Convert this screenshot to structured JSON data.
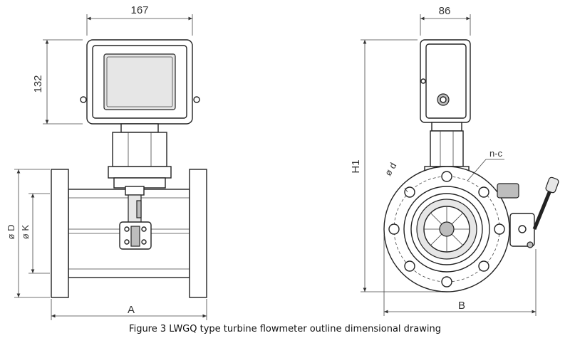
{
  "dimensions": {
    "top_width": "167",
    "height_box": "132",
    "diameter_D": "ø D",
    "diameter_K": "ø K",
    "length_A": "A",
    "side_width": "86",
    "height_H1": "H1",
    "bolt_d": "ø d",
    "holes_nc": "n-c",
    "width_B": "B"
  },
  "caption": "Figure 3 LWGQ type turbine flowmeter outline dimensional drawing"
}
